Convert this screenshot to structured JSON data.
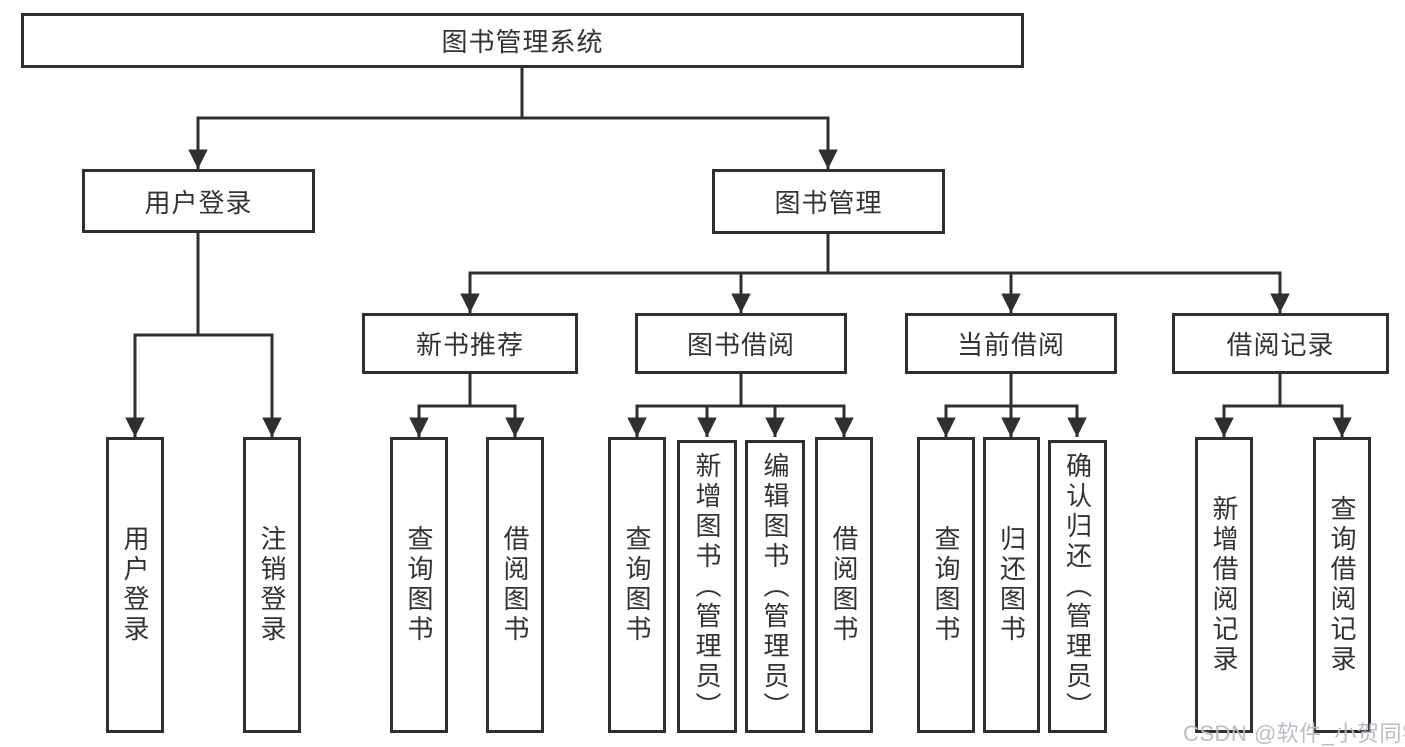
{
  "diagram_type": "functional-structure-tree",
  "colors": {
    "line": "#2f2f2f",
    "box_border": "#2f2f2f",
    "text": "#333333",
    "background": "#ffffff",
    "watermark": "#b9bdc3"
  },
  "watermark": "CSDN @软件_小贺同学",
  "tree": {
    "root": {
      "label": "图书管理系统"
    },
    "branches": [
      {
        "label": "用户登录",
        "children": [
          {
            "label": "用户登录"
          },
          {
            "label": "注销登录"
          }
        ]
      },
      {
        "label": "图书管理",
        "children": [
          {
            "label": "新书推荐",
            "children": [
              {
                "label": "查询图书"
              },
              {
                "label": "借阅图书"
              }
            ]
          },
          {
            "label": "图书借阅",
            "children": [
              {
                "label": "查询图书"
              },
              {
                "label": "新增图书（管理员）"
              },
              {
                "label": "编辑图书（管理员）"
              },
              {
                "label": "借阅图书"
              }
            ]
          },
          {
            "label": "当前借阅",
            "children": [
              {
                "label": "查询图书"
              },
              {
                "label": "归还图书"
              },
              {
                "label": "确认归还（管理员）"
              }
            ]
          },
          {
            "label": "借阅记录",
            "children": [
              {
                "label": "新增借阅记录"
              },
              {
                "label": "查询借阅记录"
              }
            ]
          }
        ]
      }
    ]
  }
}
